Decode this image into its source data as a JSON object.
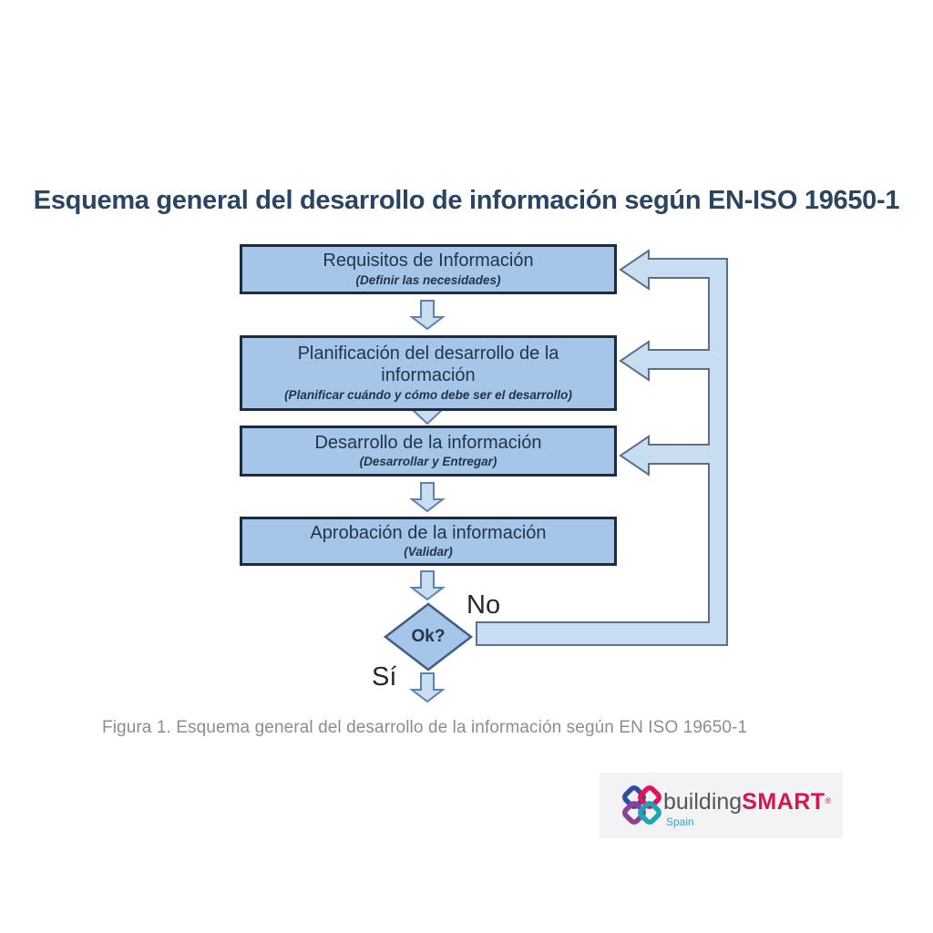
{
  "title": "Esquema general del desarrollo de información según EN-ISO 19650-1",
  "flowchart": {
    "boxes": [
      {
        "label": "Requisitos de Información",
        "sublabel": "(Definir las necesidades)"
      },
      {
        "label": "Planificación del desarrollo de la información",
        "sublabel": "(Planificar cuándo y cómo debe ser el desarrollo)"
      },
      {
        "label": "Desarrollo de la información",
        "sublabel": "(Desarrollar y Entregar)"
      },
      {
        "label": "Aprobación de la información",
        "sublabel": "(Validar)"
      }
    ],
    "decision": {
      "label": "Ok?",
      "no_label": "No",
      "yes_label": "Sí"
    }
  },
  "caption": "Figura 1. Esquema general del desarrollo de la información según EN ISO 19650-1",
  "logo": {
    "brand_prefix": "building",
    "brand_suffix": "SMART",
    "registered": "®",
    "region": "Spain"
  },
  "colors": {
    "box_fill": "#a5c6e9",
    "box_border": "#1d2b3e",
    "pipe_fill": "#c9ddf1",
    "pipe_stroke": "#5d7089",
    "arrow_stroke": "#5b82b5",
    "diamond_stroke": "#3f5d85",
    "title_text": "#2a4564",
    "caption_text": "#8d8d8d",
    "brand_red": "#d6154f",
    "brand_gray": "#55565a",
    "brand_teal": "#33a3c0"
  }
}
